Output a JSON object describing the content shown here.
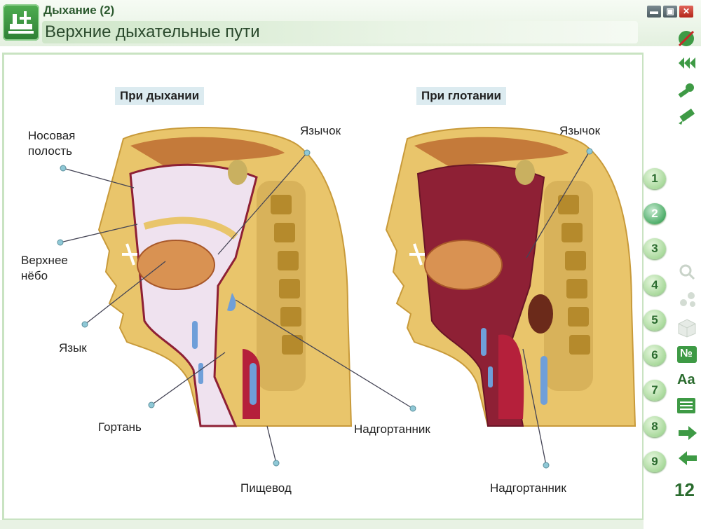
{
  "header": {
    "section_title": "Дыхание (2)",
    "page_title": "Верхние дыхательные пути"
  },
  "window_buttons": {
    "minimize": "▬",
    "maximize": "▣",
    "close": "✕"
  },
  "figure": {
    "left_caption": "При дыхании",
    "right_caption": "При глотании",
    "labels": {
      "nasal_cavity": "Носовая\nполость",
      "uvula_left": "Язычок",
      "upper_palate": "Верхнее\nнёбо",
      "tongue": "Язык",
      "larynx": "Гортань",
      "esophagus": "Пищевод",
      "epiglottis_left": "Надгортанник",
      "uvula_right": "Язычок",
      "epiglottis_right": "Надгортанник"
    }
  },
  "sidebar": {
    "slides": [
      "1",
      "2",
      "3",
      "4",
      "5",
      "6",
      "7",
      "8",
      "9"
    ],
    "active_slide": "2",
    "font_label": "Aa",
    "number_label": "№",
    "page_number": "12"
  },
  "colors": {
    "accent_green": "#2e7f35",
    "flesh": "#e8c77a",
    "cavity": "#8e2035"
  }
}
